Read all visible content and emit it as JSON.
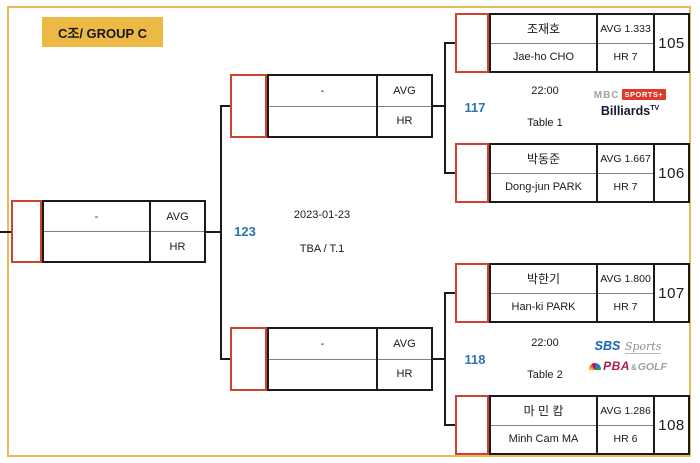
{
  "group_label": "C조/ GROUP C",
  "labels": {
    "avg": "AVG",
    "hr": "HR",
    "dash": "-"
  },
  "final_match": {
    "number": "123",
    "date": "2023-01-23",
    "venue": "TBA / T.1"
  },
  "semifinal_matches": [
    {
      "number": "117",
      "time": "22:00",
      "table": "Table 1"
    },
    {
      "number": "118",
      "time": "22:00",
      "table": "Table 2"
    }
  ],
  "broadcasters": {
    "mbc": {
      "name": "MBC",
      "badge": "SPORTS+",
      "channel": "Billiards",
      "channel_sup": "TV"
    },
    "sbs": {
      "name": "SBS",
      "script": "Sports",
      "pba": "PBA",
      "amp": "&",
      "golf": "GOLF"
    }
  },
  "players": [
    {
      "number": "105",
      "name_kr": "조재호",
      "name_en": "Jae-ho CHO",
      "avg": "AVG 1.333",
      "hr": "HR 7"
    },
    {
      "number": "106",
      "name_kr": "박동준",
      "name_en": "Dong-jun PARK",
      "avg": "AVG 1.667",
      "hr": "HR 7"
    },
    {
      "number": "107",
      "name_kr": "박한기",
      "name_en": "Han-ki PARK",
      "avg": "AVG 1.800",
      "hr": "HR 7"
    },
    {
      "number": "108",
      "name_kr": "마 민 캄",
      "name_en": "Minh Cam MA",
      "avg": "AVG 1.286",
      "hr": "HR 6"
    }
  ],
  "colors": {
    "accent_red": "#CE4231",
    "frame_gold": "#E6BE55",
    "label_gold": "#ECB944",
    "match_blue": "#2E74B5"
  }
}
